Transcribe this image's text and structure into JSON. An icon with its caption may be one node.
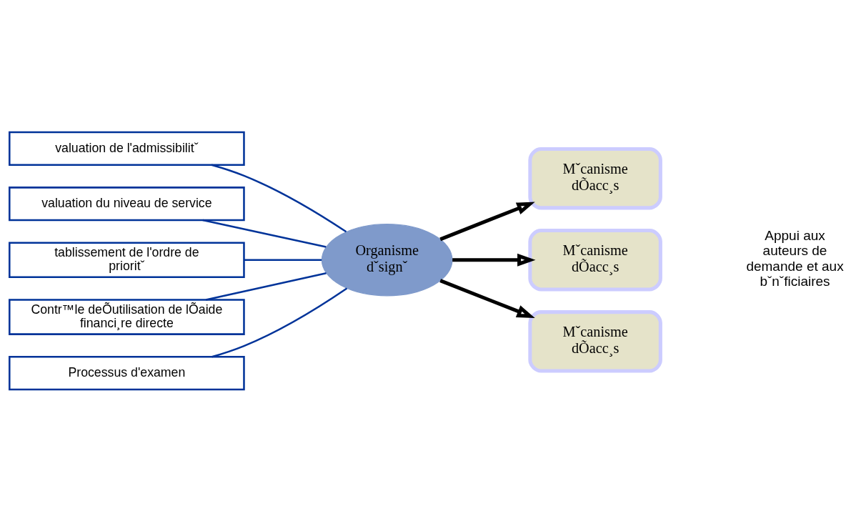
{
  "diagram": {
    "nodes": [
      {
        "text": [
          "valuation de l'admissibilitˇ"
        ]
      },
      {
        "text": [
          "valuation du niveau de service"
        ]
      },
      {
        "text": [
          "tablissement de l'ordre de prioritˇ"
        ]
      },
      {
        "text": [
          "Contr™le deÕutilisation de lÕaide financi¸re directe"
        ]
      },
      {
        "text": [
          "Processus d'examen"
        ]
      },
      {
        "text": [
          "Organisme dˇsignˇ"
        ]
      },
      {
        "text": [
          "Mˇcanisme dÕacc¸s"
        ]
      },
      {
        "text": [
          "Mˇcanisme dÕacc¸s"
        ]
      },
      {
        "text": [
          "Mˇcanisme dÕacc¸s"
        ]
      }
    ],
    "edges": [
      {
        "from": 0,
        "to": 5,
        "arrow": "none"
      },
      {
        "from": 1,
        "to": 5,
        "arrow": "none"
      },
      {
        "from": 2,
        "to": 5,
        "arrow": "none"
      },
      {
        "from": 3,
        "to": 5,
        "arrow": "none"
      },
      {
        "from": 4,
        "to": 5,
        "arrow": "none"
      },
      {
        "from": 5,
        "to": 6,
        "arrow": "to",
        "style": "thick",
        "color": "#000000"
      },
      {
        "from": 5,
        "to": 7,
        "arrow": "to",
        "style": "thick",
        "color": "#000000"
      },
      {
        "from": 5,
        "to": 8,
        "arrow": "to",
        "style": "thick",
        "color": "#000000"
      }
    ],
    "labels": [
      "Appui aux auteurs de demande et aux bˇnˇficiaires"
    ]
  }
}
